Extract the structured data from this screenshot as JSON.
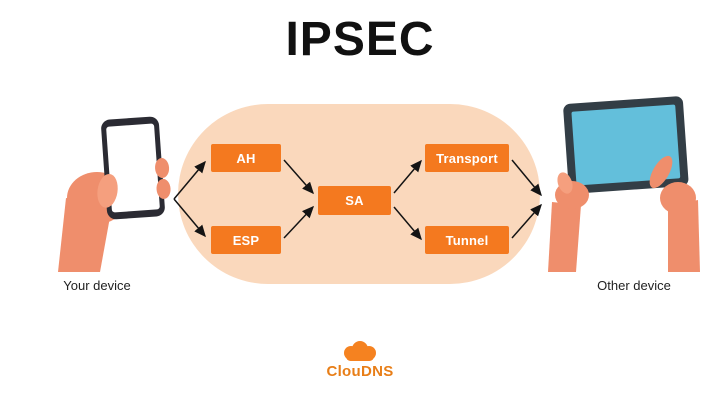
{
  "title": "IPSEC",
  "diagram": {
    "nodes": {
      "ah": "AH",
      "esp": "ESP",
      "sa": "SA",
      "transport": "Transport",
      "tunnel": "Tunnel"
    },
    "left_device_label": "Your device",
    "right_device_label": "Other device"
  },
  "logo": {
    "text": "ClouDNS"
  },
  "colors": {
    "node_orange": "#F4791F",
    "capsule_peach": "#FAD8BC",
    "arrow_black": "#141414",
    "skin_tone": "#EF8E6C",
    "phone_body_dark": "#2B2B33",
    "tablet_body_dark": "#333E46",
    "tablet_screen_teal": "#63BFDB",
    "logo_orange": "#F58220"
  }
}
